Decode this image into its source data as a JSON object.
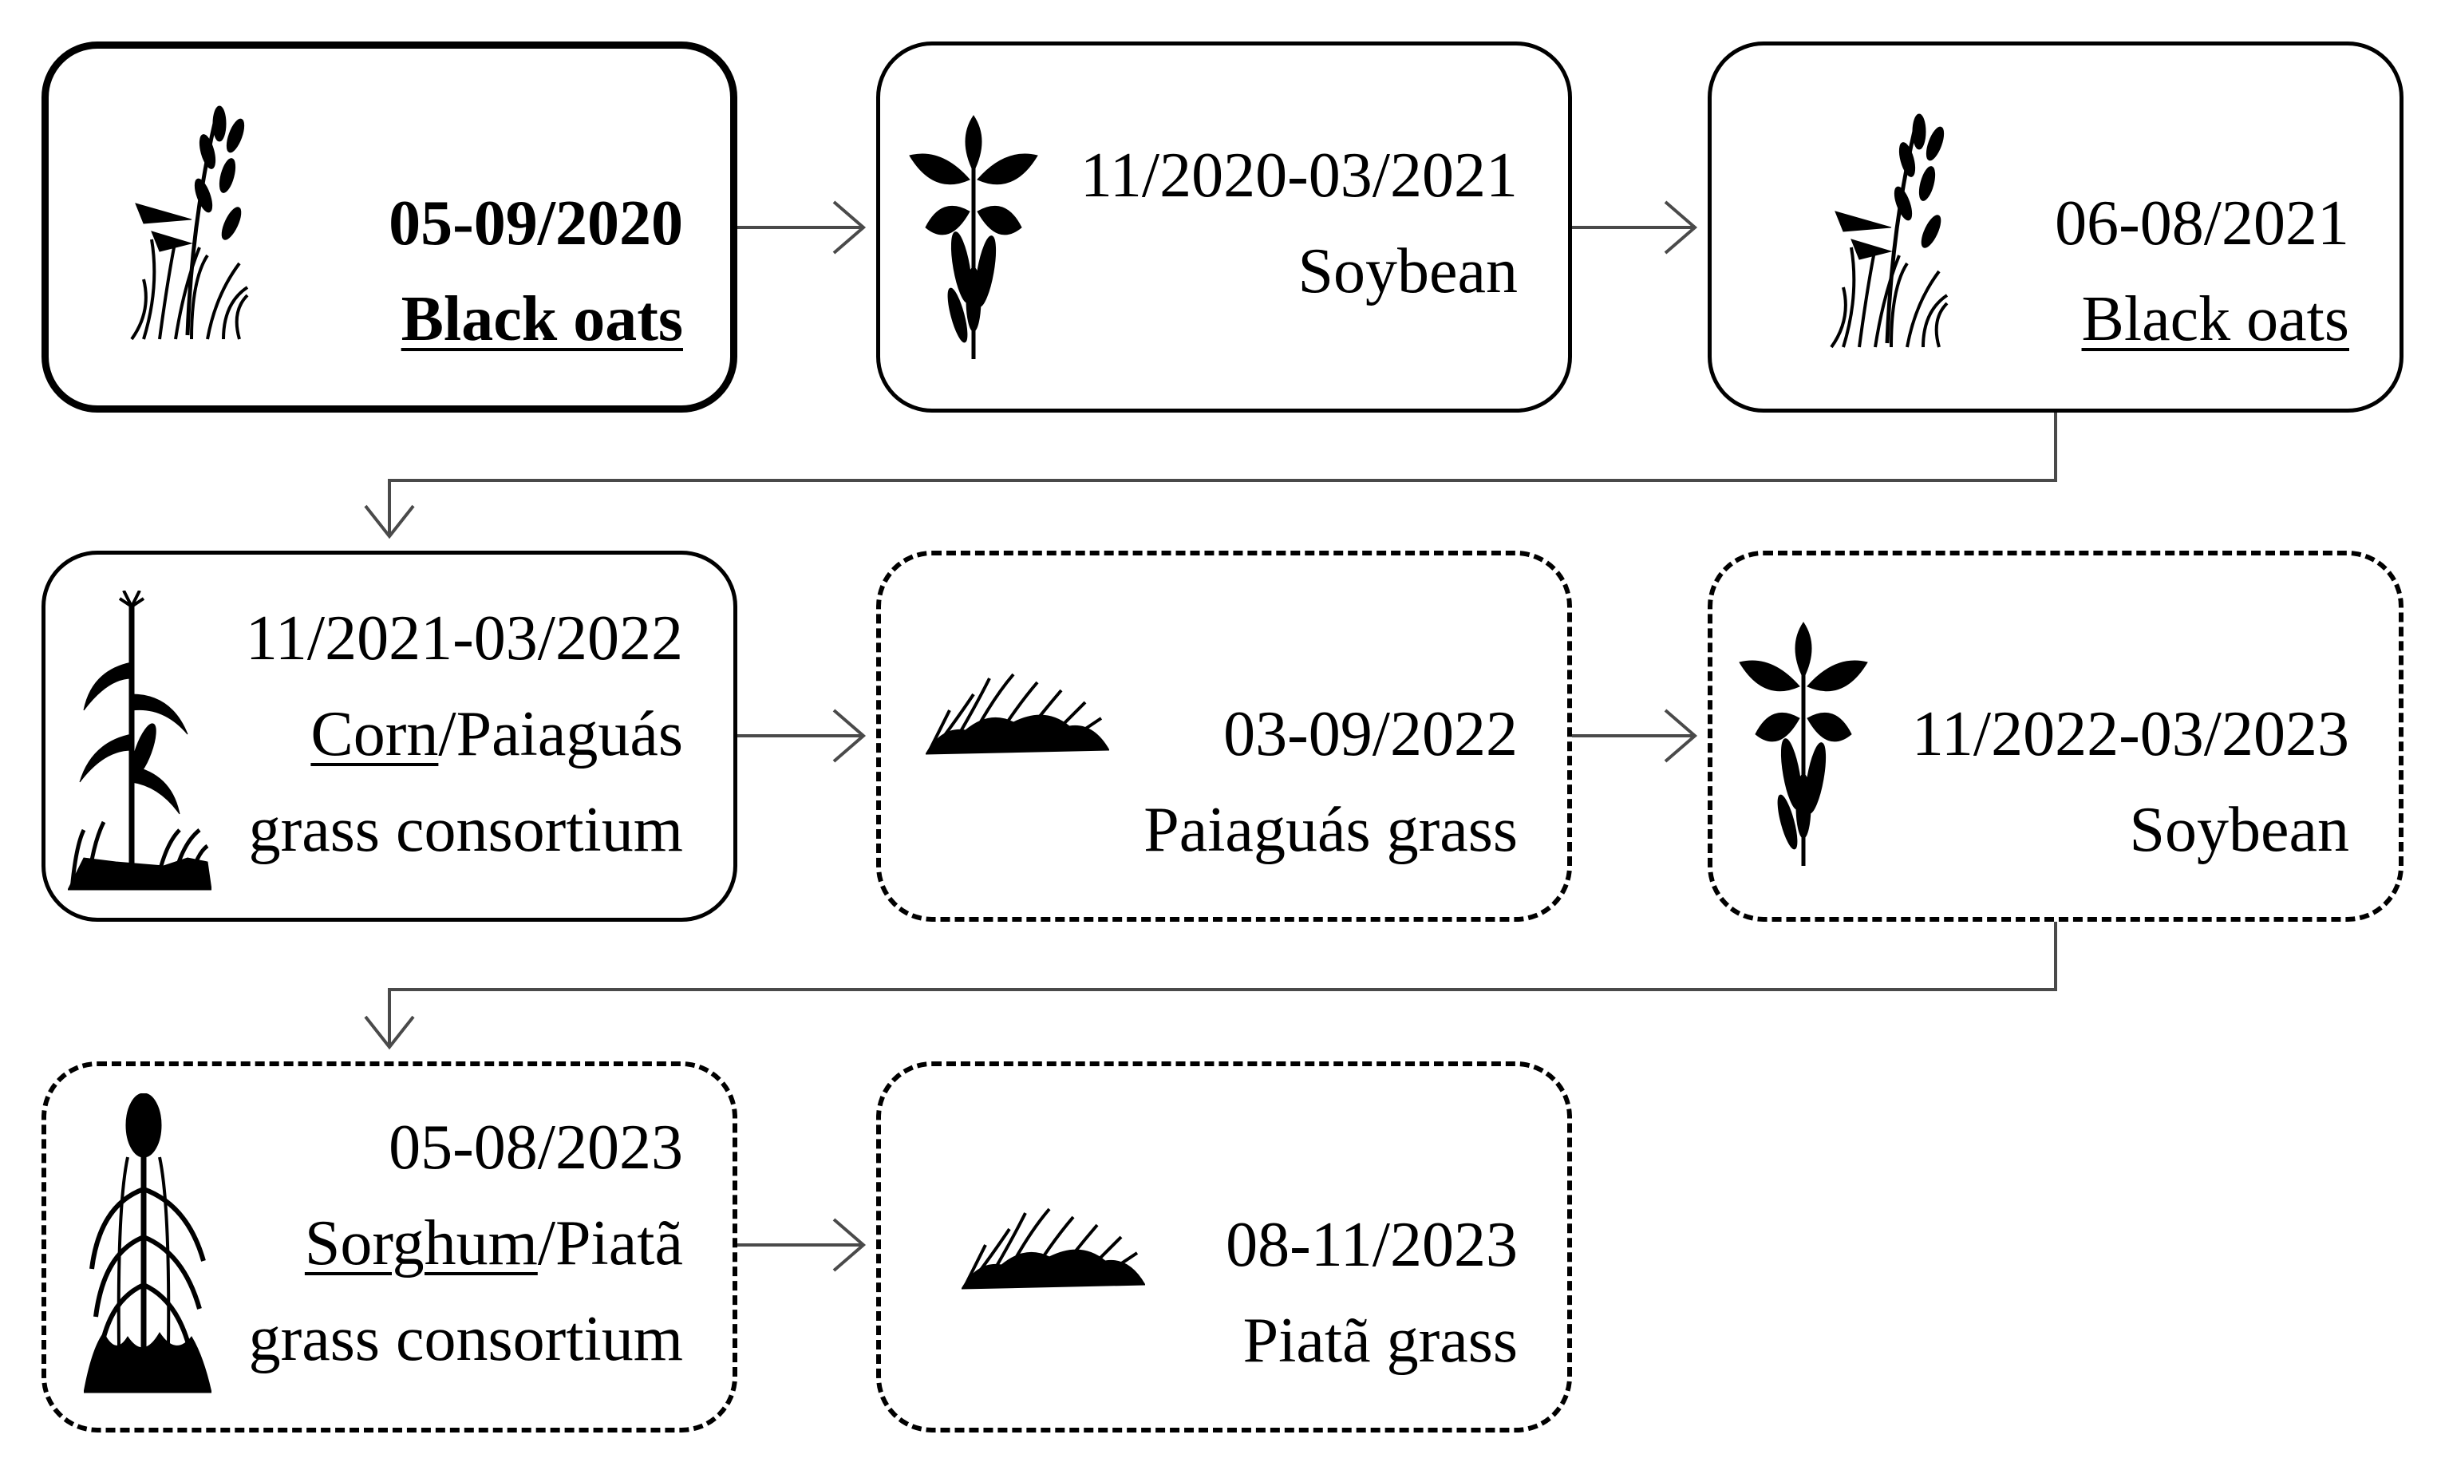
{
  "stages": [
    {
      "id": "s1",
      "border": "bold",
      "icon": "oat-plant-icon",
      "lines": [
        {
          "text": "05-09/2020"
        },
        {
          "text": "Black oats",
          "underline": "Black oats"
        }
      ]
    },
    {
      "id": "s2",
      "border": "solid",
      "icon": "soybean-plant-icon",
      "lines": [
        {
          "text": "11/2020-03/2021"
        },
        {
          "text": "Soybean"
        }
      ]
    },
    {
      "id": "s3",
      "border": "solid",
      "icon": "oat-plant-icon",
      "lines": [
        {
          "text": "06-08/2021"
        },
        {
          "text": "Black oats",
          "underline": "Black oats"
        }
      ]
    },
    {
      "id": "s4",
      "border": "solid",
      "icon": "corn-plant-icon",
      "lines": [
        {
          "text": "11/2021-03/2022"
        },
        {
          "text": "Corn/Paiaguás",
          "underline": "Corn"
        },
        {
          "text": "grass consortium"
        }
      ]
    },
    {
      "id": "s5",
      "border": "dashed",
      "icon": "grass-tuft-icon",
      "lines": [
        {
          "text": "03-09/2022"
        },
        {
          "text": "Paiaguás grass"
        }
      ]
    },
    {
      "id": "s6",
      "border": "dashed",
      "icon": "soybean-plant-icon",
      "lines": [
        {
          "text": "11/2022-03/2023"
        },
        {
          "text": "Soybean"
        }
      ]
    },
    {
      "id": "s7",
      "border": "dashed",
      "icon": "sorghum-plant-icon",
      "lines": [
        {
          "text": "05-08/2023"
        },
        {
          "text": "Sorghum/Piatã",
          "underline": "Sorghum"
        },
        {
          "text": "grass consortium"
        }
      ]
    },
    {
      "id": "s8",
      "border": "dashed",
      "icon": "grass-tuft-icon",
      "lines": [
        {
          "text": "08-11/2023"
        },
        {
          "text": "Piatã grass"
        }
      ]
    }
  ],
  "colors": {
    "line": "#000000",
    "arrow": "#4a4a4a",
    "background": "#ffffff"
  }
}
